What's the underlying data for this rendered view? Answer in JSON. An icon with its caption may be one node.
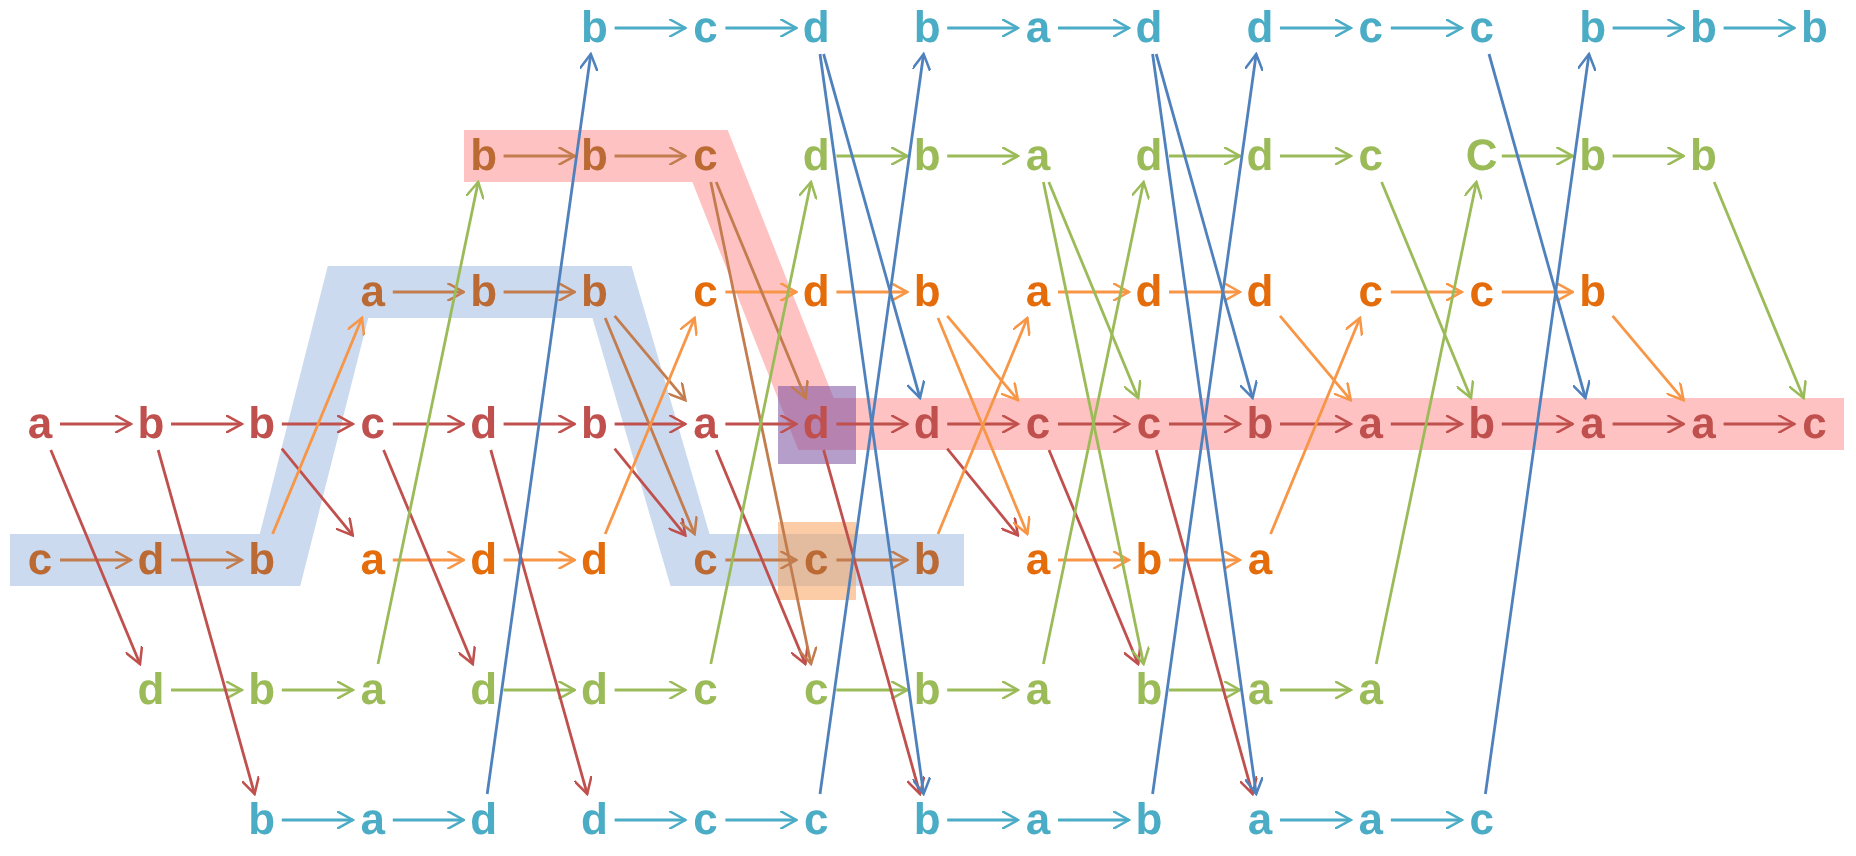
{
  "diagram": {
    "nodes": [
      {
        "text": [
          "b"
        ]
      },
      {
        "text": [
          "c"
        ]
      },
      {
        "text": [
          "d"
        ]
      },
      {
        "text": [
          "b"
        ]
      },
      {
        "text": [
          "a"
        ]
      },
      {
        "text": [
          "d"
        ]
      },
      {
        "text": [
          "d"
        ]
      },
      {
        "text": [
          "c"
        ]
      },
      {
        "text": [
          "c"
        ]
      },
      {
        "text": [
          "b"
        ]
      },
      {
        "text": [
          "b"
        ]
      },
      {
        "text": [
          "b"
        ]
      },
      {
        "text": [
          "b"
        ]
      },
      {
        "text": [
          "b"
        ]
      },
      {
        "text": [
          "c"
        ]
      },
      {
        "text": [
          "d"
        ]
      },
      {
        "text": [
          "b"
        ]
      },
      {
        "text": [
          "a"
        ]
      },
      {
        "text": [
          "d"
        ]
      },
      {
        "text": [
          "d"
        ]
      },
      {
        "text": [
          "c"
        ]
      },
      {
        "text": [
          "C"
        ]
      },
      {
        "text": [
          "b"
        ]
      },
      {
        "text": [
          "b"
        ]
      },
      {
        "text": [
          "a"
        ]
      },
      {
        "text": [
          "b"
        ]
      },
      {
        "text": [
          "b"
        ]
      },
      {
        "text": [
          "c"
        ]
      },
      {
        "text": [
          "d"
        ]
      },
      {
        "text": [
          "b"
        ]
      },
      {
        "text": [
          "a"
        ]
      },
      {
        "text": [
          "d"
        ]
      },
      {
        "text": [
          "d"
        ]
      },
      {
        "text": [
          "c"
        ]
      },
      {
        "text": [
          "c"
        ]
      },
      {
        "text": [
          "b"
        ]
      },
      {
        "text": [
          "a"
        ]
      },
      {
        "text": [
          "b"
        ]
      },
      {
        "text": [
          "b"
        ]
      },
      {
        "text": [
          "c"
        ]
      },
      {
        "text": [
          "d"
        ]
      },
      {
        "text": [
          "b"
        ]
      },
      {
        "text": [
          "a"
        ]
      },
      {
        "text": [
          "d"
        ]
      },
      {
        "text": [
          "d"
        ]
      },
      {
        "text": [
          "c"
        ]
      },
      {
        "text": [
          "c"
        ]
      },
      {
        "text": [
          "b"
        ]
      },
      {
        "text": [
          "a"
        ]
      },
      {
        "text": [
          "b"
        ]
      },
      {
        "text": [
          "a"
        ]
      },
      {
        "text": [
          "a"
        ]
      },
      {
        "text": [
          "c"
        ]
      },
      {
        "text": [
          "c"
        ]
      },
      {
        "text": [
          "d"
        ]
      },
      {
        "text": [
          "b"
        ]
      },
      {
        "text": [
          "a"
        ]
      },
      {
        "text": [
          "d"
        ]
      },
      {
        "text": [
          "d"
        ]
      },
      {
        "text": [
          "c"
        ]
      },
      {
        "text": [
          "c"
        ]
      },
      {
        "text": [
          "b"
        ]
      },
      {
        "text": [
          "a"
        ]
      },
      {
        "text": [
          "b"
        ]
      },
      {
        "text": [
          "a"
        ]
      },
      {
        "text": [
          "d"
        ]
      },
      {
        "text": [
          "b"
        ]
      },
      {
        "text": [
          "a"
        ]
      },
      {
        "text": [
          "d"
        ]
      },
      {
        "text": [
          "d"
        ]
      },
      {
        "text": [
          "c"
        ]
      },
      {
        "text": [
          "c"
        ]
      },
      {
        "text": [
          "b"
        ]
      },
      {
        "text": [
          "a"
        ]
      },
      {
        "text": [
          "b"
        ]
      },
      {
        "text": [
          "a"
        ]
      },
      {
        "text": [
          "a"
        ]
      },
      {
        "text": [
          "b"
        ]
      },
      {
        "text": [
          "a"
        ]
      },
      {
        "text": [
          "d"
        ]
      },
      {
        "text": [
          "d"
        ]
      },
      {
        "text": [
          "c"
        ]
      },
      {
        "text": [
          "c"
        ]
      },
      {
        "text": [
          "b"
        ]
      },
      {
        "text": [
          "a"
        ]
      },
      {
        "text": [
          "b"
        ]
      },
      {
        "text": [
          "a"
        ]
      },
      {
        "text": [
          "a"
        ]
      },
      {
        "text": [
          "c"
        ]
      }
    ],
    "edges": [
      {
        "from": 0,
        "to": 1,
        "arrow": "to",
        "color": "#4bacc6"
      },
      {
        "from": 1,
        "to": 2,
        "arrow": "to",
        "color": "#4bacc6"
      },
      {
        "from": 3,
        "to": 4,
        "arrow": "to",
        "color": "#4bacc6"
      },
      {
        "from": 4,
        "to": 5,
        "arrow": "to",
        "color": "#4bacc6"
      },
      {
        "from": 6,
        "to": 7,
        "arrow": "to",
        "color": "#4bacc6"
      },
      {
        "from": 7,
        "to": 8,
        "arrow": "to",
        "color": "#4bacc6"
      },
      {
        "from": 9,
        "to": 10,
        "arrow": "to",
        "color": "#4bacc6"
      },
      {
        "from": 10,
        "to": 11,
        "arrow": "to",
        "color": "#4bacc6"
      },
      {
        "from": 12,
        "to": 13,
        "arrow": "to",
        "color": "#c27c4e"
      },
      {
        "from": 13,
        "to": 14,
        "arrow": "to",
        "color": "#c27c4e"
      },
      {
        "from": 15,
        "to": 16,
        "arrow": "to",
        "color": "#9bbb59"
      },
      {
        "from": 16,
        "to": 17,
        "arrow": "to",
        "color": "#9bbb59"
      },
      {
        "from": 18,
        "to": 19,
        "arrow": "to",
        "color": "#9bbb59"
      },
      {
        "from": 19,
        "to": 20,
        "arrow": "to",
        "color": "#9bbb59"
      },
      {
        "from": 21,
        "to": 22,
        "arrow": "to",
        "color": "#9bbb59"
      },
      {
        "from": 22,
        "to": 23,
        "arrow": "to",
        "color": "#9bbb59"
      },
      {
        "from": 24,
        "to": 25,
        "arrow": "to",
        "color": "#c27c4e"
      },
      {
        "from": 25,
        "to": 26,
        "arrow": "to",
        "color": "#c27c4e"
      },
      {
        "from": 27,
        "to": 28,
        "arrow": "to",
        "color": "#f79646"
      },
      {
        "from": 28,
        "to": 29,
        "arrow": "to",
        "color": "#f79646"
      },
      {
        "from": 30,
        "to": 31,
        "arrow": "to",
        "color": "#f79646"
      },
      {
        "from": 31,
        "to": 32,
        "arrow": "to",
        "color": "#f79646"
      },
      {
        "from": 33,
        "to": 34,
        "arrow": "to",
        "color": "#f79646"
      },
      {
        "from": 34,
        "to": 35,
        "arrow": "to",
        "color": "#f79646"
      },
      {
        "from": 36,
        "to": 37,
        "arrow": "to"
      },
      {
        "from": 37,
        "to": 38,
        "arrow": "to"
      },
      {
        "from": 38,
        "to": 39,
        "arrow": "to"
      },
      {
        "from": 39,
        "to": 40,
        "arrow": "to"
      },
      {
        "from": 40,
        "to": 41,
        "arrow": "to"
      },
      {
        "from": 41,
        "to": 42,
        "arrow": "to"
      },
      {
        "from": 42,
        "to": 43,
        "arrow": "to"
      },
      {
        "from": 43,
        "to": 44,
        "arrow": "to"
      },
      {
        "from": 44,
        "to": 45,
        "arrow": "to"
      },
      {
        "from": 45,
        "to": 46,
        "arrow": "to"
      },
      {
        "from": 46,
        "to": 47,
        "arrow": "to"
      },
      {
        "from": 47,
        "to": 48,
        "arrow": "to"
      },
      {
        "from": 48,
        "to": 49,
        "arrow": "to"
      },
      {
        "from": 49,
        "to": 50,
        "arrow": "to"
      },
      {
        "from": 50,
        "to": 51,
        "arrow": "to"
      },
      {
        "from": 51,
        "to": 52,
        "arrow": "to"
      },
      {
        "from": 53,
        "to": 54,
        "arrow": "to",
        "color": "#c27c4e"
      },
      {
        "from": 54,
        "to": 55,
        "arrow": "to",
        "color": "#c27c4e"
      },
      {
        "from": 56,
        "to": 57,
        "arrow": "to",
        "color": "#f79646"
      },
      {
        "from": 57,
        "to": 58,
        "arrow": "to",
        "color": "#f79646"
      },
      {
        "from": 59,
        "to": 60,
        "arrow": "to",
        "color": "#c27c4e"
      },
      {
        "from": 60,
        "to": 61,
        "arrow": "to",
        "color": "#c27c4e"
      },
      {
        "from": 62,
        "to": 63,
        "arrow": "to",
        "color": "#f79646"
      },
      {
        "from": 63,
        "to": 64,
        "arrow": "to",
        "color": "#f79646"
      },
      {
        "from": 65,
        "to": 66,
        "arrow": "to",
        "color": "#9bbb59"
      },
      {
        "from": 66,
        "to": 67,
        "arrow": "to",
        "color": "#9bbb59"
      },
      {
        "from": 68,
        "to": 69,
        "arrow": "to",
        "color": "#9bbb59"
      },
      {
        "from": 69,
        "to": 70,
        "arrow": "to",
        "color": "#9bbb59"
      },
      {
        "from": 71,
        "to": 72,
        "arrow": "to",
        "color": "#9bbb59"
      },
      {
        "from": 72,
        "to": 73,
        "arrow": "to",
        "color": "#9bbb59"
      },
      {
        "from": 74,
        "to": 75,
        "arrow": "to",
        "color": "#9bbb59"
      },
      {
        "from": 75,
        "to": 76,
        "arrow": "to",
        "color": "#9bbb59"
      },
      {
        "from": 77,
        "to": 78,
        "arrow": "to",
        "color": "#4bacc6"
      },
      {
        "from": 78,
        "to": 79,
        "arrow": "to",
        "color": "#4bacc6"
      },
      {
        "from": 80,
        "to": 81,
        "arrow": "to",
        "color": "#4bacc6"
      },
      {
        "from": 81,
        "to": 82,
        "arrow": "to",
        "color": "#4bacc6"
      },
      {
        "from": 83,
        "to": 84,
        "arrow": "to",
        "color": "#4bacc6"
      },
      {
        "from": 84,
        "to": 85,
        "arrow": "to",
        "color": "#4bacc6"
      },
      {
        "from": 86,
        "to": 87,
        "arrow": "to",
        "color": "#4bacc6"
      },
      {
        "from": 87,
        "to": 88,
        "arrow": "to",
        "color": "#4bacc6"
      },
      {
        "from": 36,
        "to": 65,
        "arrow": "to"
      },
      {
        "from": 37,
        "to": 77,
        "arrow": "to"
      },
      {
        "from": 38,
        "to": 56,
        "arrow": "to"
      },
      {
        "from": 39,
        "to": 68,
        "arrow": "to"
      },
      {
        "from": 40,
        "to": 80,
        "arrow": "to"
      },
      {
        "from": 41,
        "to": 59,
        "arrow": "to"
      },
      {
        "from": 42,
        "to": 71,
        "arrow": "to"
      },
      {
        "from": 43,
        "to": 83,
        "arrow": "to"
      },
      {
        "from": 44,
        "to": 62,
        "arrow": "to"
      },
      {
        "from": 45,
        "to": 74,
        "arrow": "to"
      },
      {
        "from": 46,
        "to": 86,
        "arrow": "to"
      },
      {
        "from": 26,
        "to": 42,
        "arrow": "to",
        "color": "#c27c4e"
      },
      {
        "from": 26,
        "to": 59,
        "arrow": "to",
        "color": "#c27c4e"
      },
      {
        "from": 29,
        "to": 45,
        "arrow": "to",
        "color": "#f79646"
      },
      {
        "from": 29,
        "to": 62,
        "arrow": "to",
        "color": "#f79646"
      },
      {
        "from": 32,
        "to": 48,
        "arrow": "to",
        "color": "#f79646"
      },
      {
        "from": 35,
        "to": 51,
        "arrow": "to",
        "color": "#f79646"
      },
      {
        "from": 14,
        "to": 43,
        "arrow": "to",
        "color": "#c27c4e"
      },
      {
        "from": 14,
        "to": 71,
        "arrow": "to",
        "color": "#c27c4e"
      },
      {
        "from": 17,
        "to": 46,
        "arrow": "to",
        "color": "#9bbb59"
      },
      {
        "from": 17,
        "to": 74,
        "arrow": "to",
        "color": "#9bbb59"
      },
      {
        "from": 20,
        "to": 49,
        "arrow": "to",
        "color": "#9bbb59"
      },
      {
        "from": 23,
        "to": 52,
        "arrow": "to",
        "color": "#9bbb59"
      },
      {
        "from": 2,
        "to": 44,
        "arrow": "to",
        "color": "#4f81bd"
      },
      {
        "from": 2,
        "to": 83,
        "arrow": "to",
        "color": "#4f81bd"
      },
      {
        "from": 5,
        "to": 47,
        "arrow": "to",
        "color": "#4f81bd"
      },
      {
        "from": 5,
        "to": 86,
        "arrow": "to",
        "color": "#4f81bd"
      },
      {
        "from": 8,
        "to": 50,
        "arrow": "to",
        "color": "#4f81bd"
      },
      {
        "from": 55,
        "to": 24,
        "arrow": "to",
        "color": "#f79646"
      },
      {
        "from": 58,
        "to": 27,
        "arrow": "to",
        "color": "#f79646"
      },
      {
        "from": 61,
        "to": 30,
        "arrow": "to",
        "color": "#f79646"
      },
      {
        "from": 64,
        "to": 33,
        "arrow": "to",
        "color": "#f79646"
      },
      {
        "from": 67,
        "to": 12,
        "arrow": "to",
        "color": "#9bbb59"
      },
      {
        "from": 70,
        "to": 15,
        "arrow": "to",
        "color": "#9bbb59"
      },
      {
        "from": 73,
        "to": 18,
        "arrow": "to",
        "color": "#9bbb59"
      },
      {
        "from": 76,
        "to": 21,
        "arrow": "to",
        "color": "#9bbb59"
      },
      {
        "from": 79,
        "to": 0,
        "arrow": "to",
        "color": "#4f81bd"
      },
      {
        "from": 82,
        "to": 3,
        "arrow": "to",
        "color": "#4f81bd"
      },
      {
        "from": 85,
        "to": 6,
        "arrow": "to",
        "color": "#4f81bd"
      },
      {
        "from": 88,
        "to": 9,
        "arrow": "to",
        "color": "#4f81bd"
      }
    ]
  }
}
